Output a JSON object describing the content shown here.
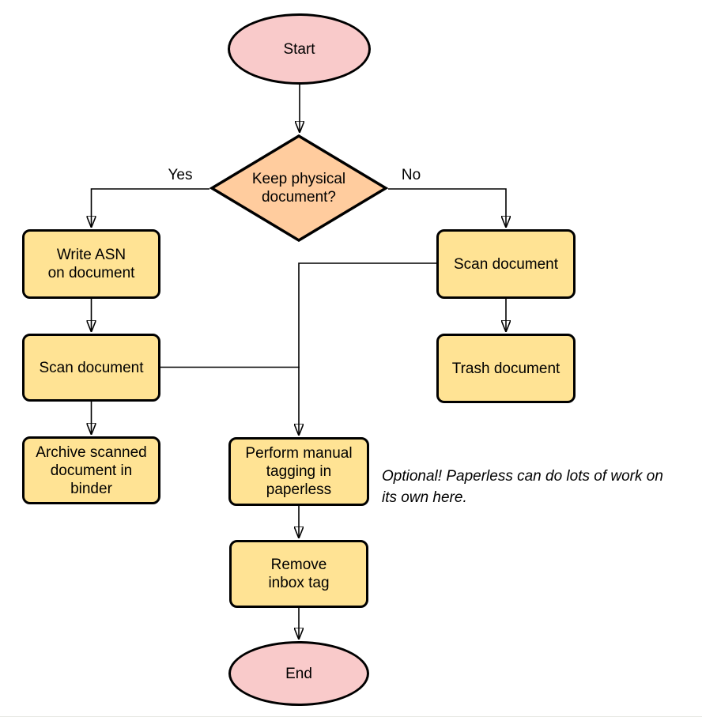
{
  "colors": {
    "terminal_fill": "#f9caca",
    "decision_fill": "#ffcc9e",
    "process_fill": "#ffe394",
    "stroke": "#000000",
    "background": "#ffffff"
  },
  "nodes": {
    "start": "Start",
    "decision": "Keep physical\ndocument?",
    "write_asn": "Write ASN\non document",
    "scan_left": "Scan document",
    "archive": "Archive scanned\ndocument in\nbinder",
    "scan_right": "Scan document",
    "trash": "Trash document",
    "perform_tagging": "Perform manual\ntagging in\npaperless",
    "remove_inbox_tag": "Remove\ninbox tag",
    "end": "End"
  },
  "edge_labels": {
    "yes": "Yes",
    "no": "No"
  },
  "note": "Optional! Paperless can do lots of work on\nits own here."
}
